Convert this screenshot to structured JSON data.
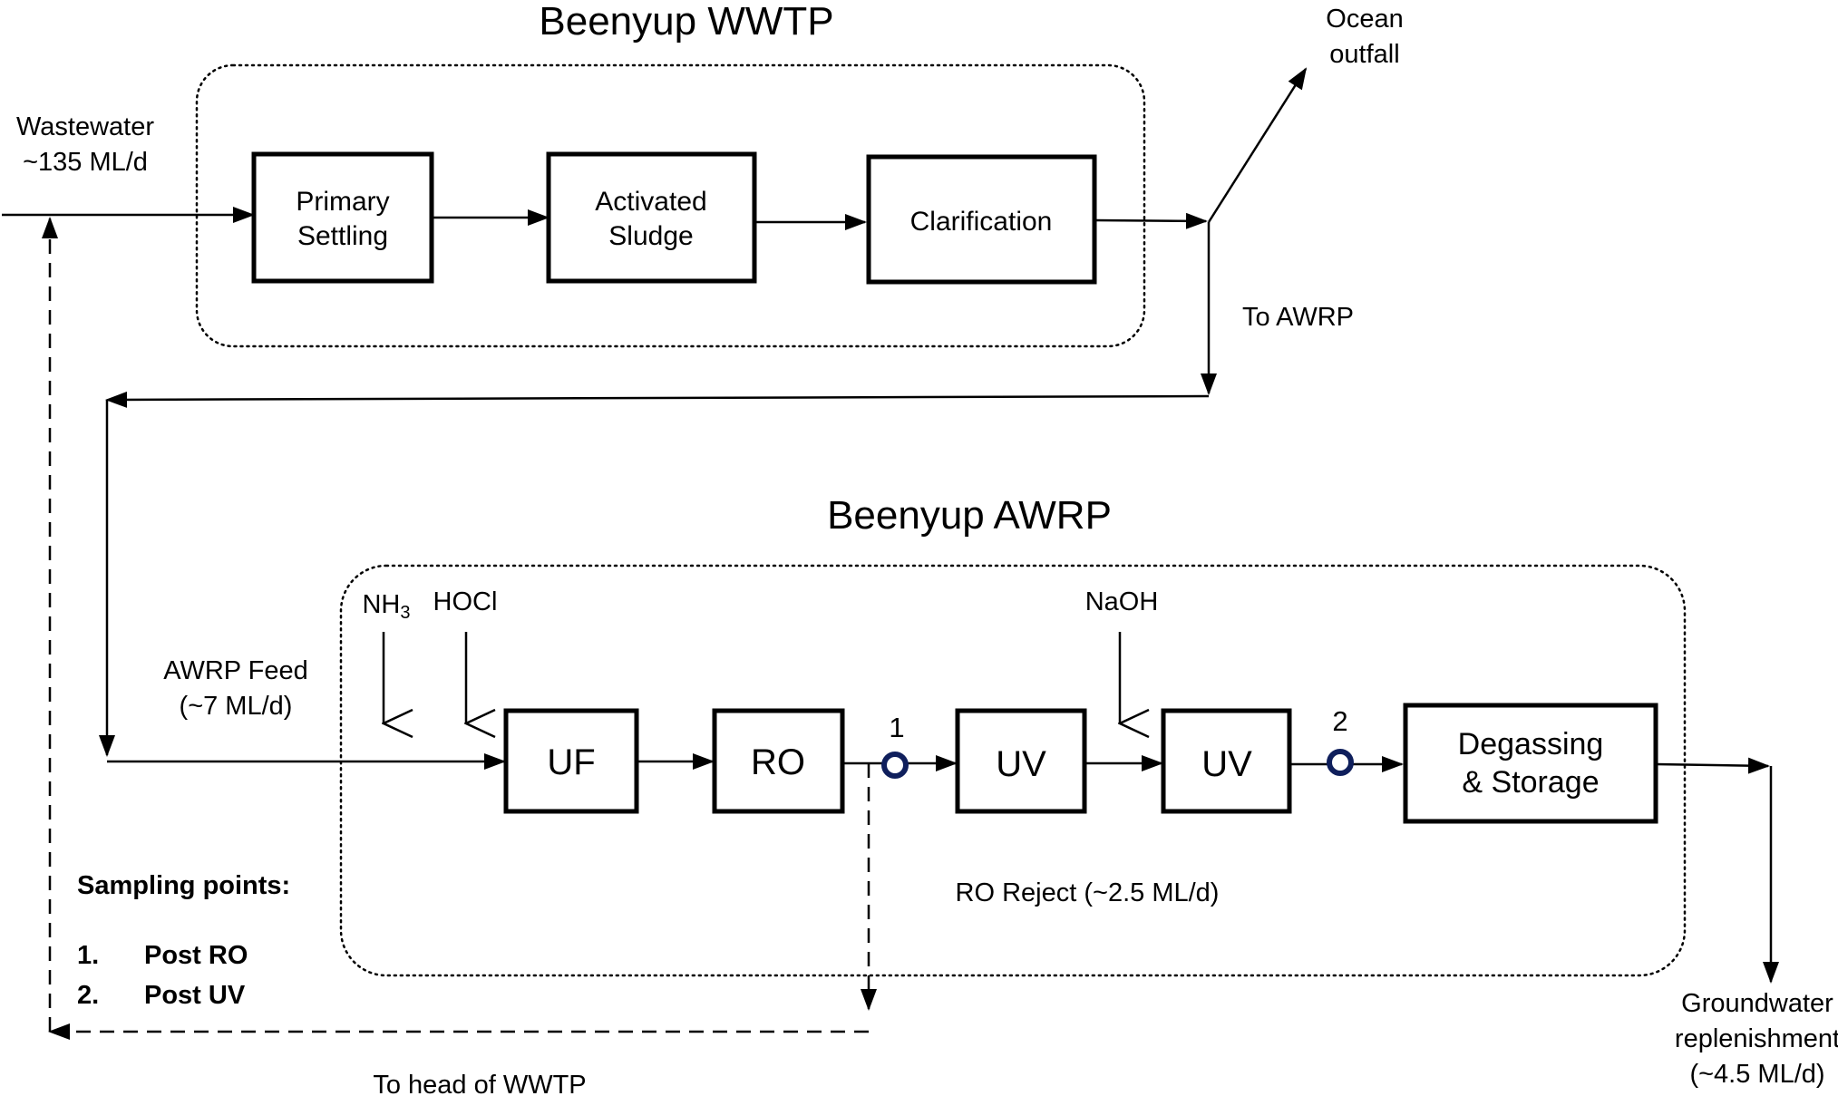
{
  "groups": {
    "wwtp_title": "Beenyup WWTP",
    "awrp_title": "Beenyup AWRP"
  },
  "wwtp_units": {
    "primary_settling": [
      "Primary",
      "Settling"
    ],
    "activated_sludge": [
      "Activated",
      "Sludge"
    ],
    "clarification": "Clarification"
  },
  "awrp_units": {
    "uf": "UF",
    "ro": "RO",
    "uv_1": "UV",
    "uv_2": "UV",
    "degassing_storage": [
      "Degassing",
      "& Storage"
    ]
  },
  "flows": {
    "wastewater": [
      "Wastewater",
      "~135 ML/d"
    ],
    "ocean_outfall": [
      "Ocean",
      "outfall"
    ],
    "to_awrp": "To AWRP",
    "awrp_feed": [
      "AWRP Feed",
      "(~7 ML/d)"
    ],
    "ro_reject": "RO Reject (~2.5 ML/d)",
    "to_head_of_wwtp": "To head of WWTP",
    "groundwater": [
      "Groundwater",
      "replenishment",
      "(~4.5 ML/d)"
    ]
  },
  "chemicals": {
    "nh3_base": "NH",
    "nh3_sub": "3",
    "hocl": "HOCl",
    "naoh": "NaOH"
  },
  "sampling": {
    "heading": "Sampling points:",
    "items": [
      {
        "num": "1.",
        "label": "Post RO"
      },
      {
        "num": "2.",
        "label": "Post UV"
      }
    ],
    "markers": [
      "1",
      "2"
    ]
  }
}
